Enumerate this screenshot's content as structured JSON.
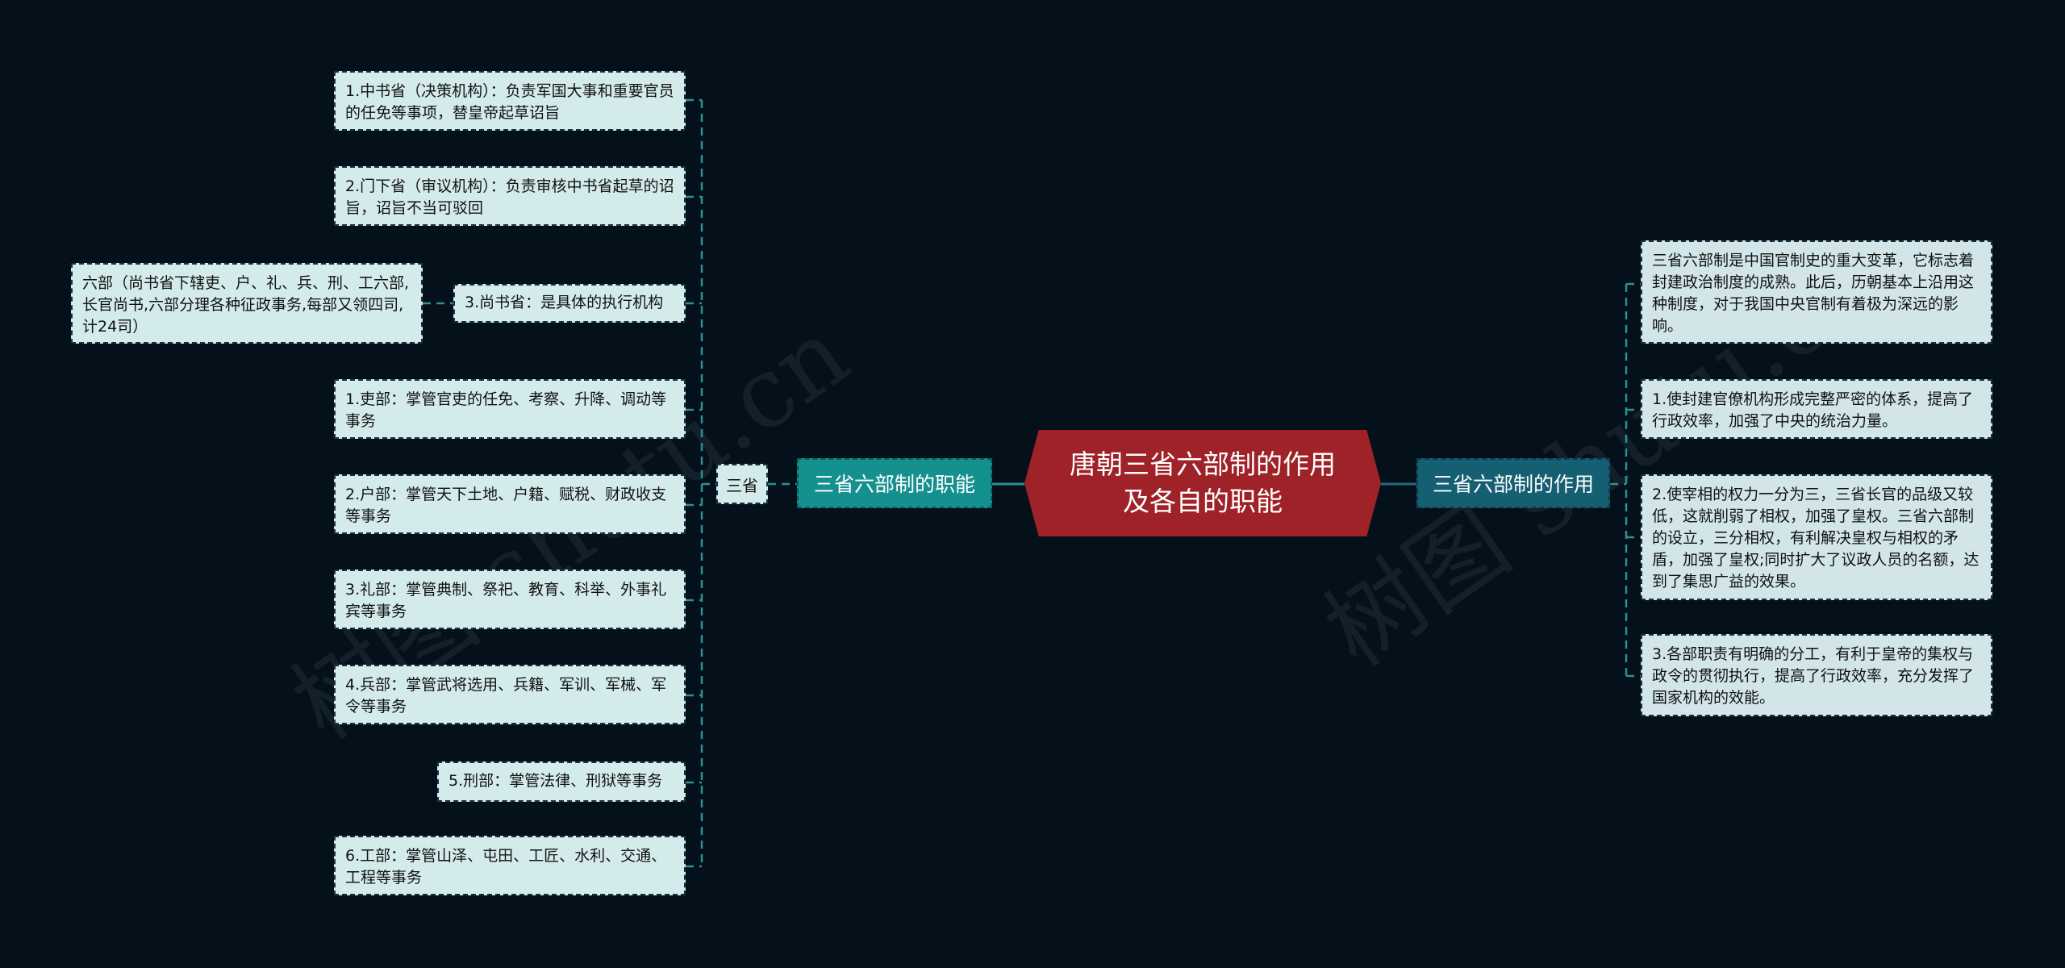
{
  "center": {
    "title": "唐朝三省六部制的作用及各自的职能"
  },
  "left_branch": {
    "label": "三省六部制的职能",
    "sub_label": "三省",
    "items": [
      {
        "text": "1.中书省（决策机构）：负责军国大事和重要官员的任免等事项，替皇帝起草诏旨"
      },
      {
        "text": "2.门下省（审议机构）：负责审核中书省起草的诏旨，诏旨不当可驳回"
      },
      {
        "text": "3.尚书省：是具体的执行机构",
        "child": "六部（尚书省下辖吏、户、礼、兵、刑、工六部,长官尚书,六部分理各种征政事务,每部又领四司,计24司）"
      },
      {
        "text": "1.吏部：掌管官吏的任免、考察、升降、调动等事务"
      },
      {
        "text": "2.户部：掌管天下土地、户籍、赋税、财政收支等事务"
      },
      {
        "text": "3.礼部：掌管典制、祭祀、教育、科举、外事礼宾等事务"
      },
      {
        "text": "4.兵部：掌管武将选用、兵籍、军训、军械、军令等事务"
      },
      {
        "text": "5.刑部：掌管法律、刑狱等事务"
      },
      {
        "text": "6.工部：掌管山泽、屯田、工匠、水利、交通、工程等事务"
      }
    ]
  },
  "right_branch": {
    "label": "三省六部制的作用",
    "items": [
      {
        "text": "三省六部制是中国官制史的重大变革，它标志着封建政治制度的成熟。此后，历朝基本上沿用这种制度，对于我国中央官制有着极为深远的影响。"
      },
      {
        "text": "1.使封建官僚机构形成完整严密的体系，提高了行政效率，加强了中央的统治力量。"
      },
      {
        "text": "2.使宰相的权力一分为三，三省长官的品级又较低，这就削弱了相权，加强了皇权。三省六部制的设立，三分相权，有利解决皇权与相权的矛盾，加强了皇权;同时扩大了议政人员的名额，达到了集思广益的效果。"
      },
      {
        "text": "3.各部职责有明确的分工，有利于皇帝的集权与政令的贯彻执行，提高了行政效率，充分发挥了国家机构的效能。"
      }
    ]
  },
  "watermark": {
    "text": "树图 shutu.cn"
  },
  "colors": {
    "background": "#04111a",
    "center": "#9e2228",
    "left_branch": "#14908f",
    "right_branch": "#155f73",
    "leaf": "#d4ebec",
    "connector": "#2f8f94"
  }
}
